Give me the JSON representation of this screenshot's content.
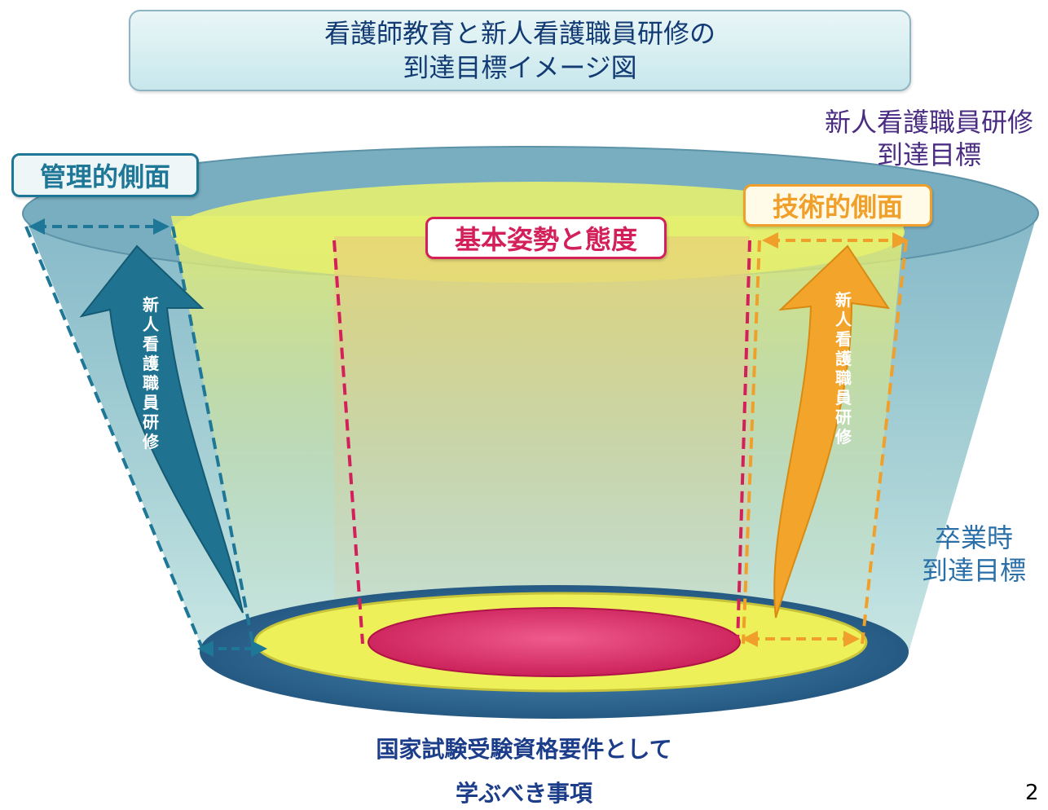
{
  "title": {
    "line1": "看護師教育と新人看護職員研修の",
    "line2": "到達目標イメージ図"
  },
  "labels": {
    "new_nurse_goal": {
      "line1": "新人看護職員研修",
      "line2": "到達目標"
    },
    "graduation_goal": {
      "line1": "卒業時",
      "line2": "到達目標"
    },
    "management": "管理的側面",
    "technical": "技術的側面",
    "basic_attitude": "基本姿勢と態度",
    "arrow_left": "新人看護職員研修",
    "arrow_right": "新人看護職員研修"
  },
  "bottom": {
    "line1": "国家試験受験資格要件として",
    "line2": "学ぶべき事項"
  },
  "page_number": "2",
  "colors": {
    "title_text": "#123a73",
    "new_nurse_goal_text": "#4a2d82",
    "graduation_goal_text": "#2a6fa8",
    "management": "#1e7796",
    "technical": "#f0a02a",
    "basic_attitude": "#d31f5a",
    "outer_bowl": "#7fb2c3",
    "middle_layer": "#e4ee62",
    "inner_core": "#e33a73",
    "bottom_text": "#1c3d8a"
  }
}
